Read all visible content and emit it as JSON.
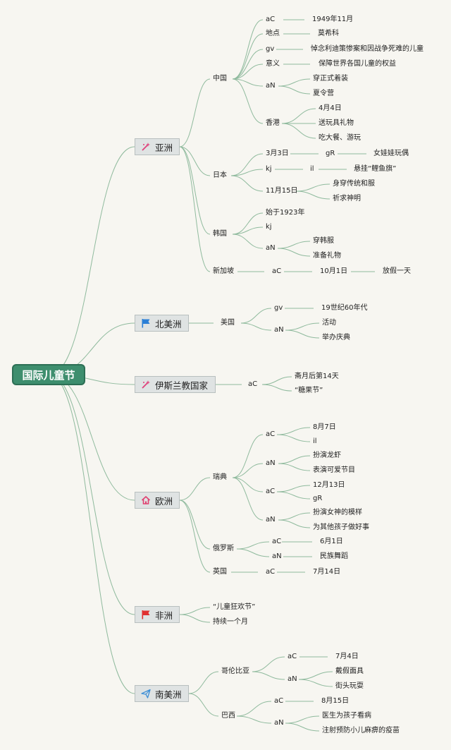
{
  "root": "国际儿童节",
  "continents": [
    {
      "key": "asia",
      "label": "亚洲",
      "icon": "wand-icon"
    },
    {
      "key": "na",
      "label": "北美洲",
      "icon": "flag-icon"
    },
    {
      "key": "islam",
      "label": "伊斯兰教国家",
      "icon": "wand-icon"
    },
    {
      "key": "eu",
      "label": "欧洲",
      "icon": "home-icon"
    },
    {
      "key": "af",
      "label": "非洲",
      "icon": "flag-icon"
    },
    {
      "key": "sa",
      "label": "南美洲",
      "icon": "paper-plane-icon"
    }
  ],
  "labels": {
    "china": "中国",
    "c_ac": "aC",
    "c_date": "1949年11月",
    "c_place": "地点",
    "c_place_v": "莫希科",
    "c_gv": "gv",
    "c_gv_v": "悼念利迪策惨案和因战争死难的儿童",
    "c_yiyi": "意义",
    "c_yiyi_v": "保障世界各国儿童的权益",
    "c_an": "aN",
    "c_an1": "穿正式着装",
    "c_an2": "夏令营",
    "hk": "香港",
    "hk1": "4月4日",
    "hk2": "送玩具礼物",
    "hk3": "吃大餐、游玩",
    "japan": "日本",
    "j_d1": "3月3日",
    "j_gr": "gR",
    "j_gr_v": "女娃娃玩偶",
    "j_kj": "kj",
    "j_il": "il",
    "j_il_v": "悬挂“鲤鱼旗”",
    "j_d2": "11月15日",
    "j_d2a": "身穿传统和服",
    "j_d2b": "祈求神明",
    "korea": "韩国",
    "k1": "始于1923年",
    "k_kj": "kj",
    "k_an": "aN",
    "k_an1": "穿韩服",
    "k_an2": "准备礼物",
    "sg": "新加坡",
    "sg_ac": "aC",
    "sg_d": "10月1日",
    "sg_v": "放假一天",
    "usa": "美国",
    "us_gv": "gv",
    "us_gv_v": "19世纪60年代",
    "us_an": "aN",
    "us_an1": "活动",
    "us_an2": "举办庆典",
    "is_ac": "aC",
    "is_1": "斋月后第14天",
    "is_2": "“糖果节”",
    "sweden": "瑞典",
    "sw_ac1": "aC",
    "sw_d1": "8月7日",
    "sw_il": "il",
    "sw_an1": "aN",
    "sw_an1a": "扮演龙虾",
    "sw_an1b": "表演可爱节目",
    "sw_ac2": "aC",
    "sw_d2": "12月13日",
    "sw_gr": "gR",
    "sw_an2": "aN",
    "sw_an2a": "扮演女神的模样",
    "sw_an2b": "为其他孩子做好事",
    "russia": "俄罗斯",
    "ru_ac": "aC",
    "ru_d": "6月1日",
    "ru_an": "aN",
    "ru_an1": "民族舞蹈",
    "uk": "英国",
    "uk_ac": "aC",
    "uk_d": "7月14日",
    "af1": "“儿童狂欢节”",
    "af2": "持续一个月",
    "colombia": "哥伦比亚",
    "co_ac": "aC",
    "co_d": "7月4日",
    "co_an": "aN",
    "co_an1": "戴假面具",
    "co_an2": "街头玩耍",
    "brazil": "巴西",
    "br_ac": "aC",
    "br_d": "8月15日",
    "br_an": "aN",
    "br_an1": "医生为孩子看病",
    "br_an2": "注射预防小儿麻痹的疫苗"
  },
  "colors": {
    "link": "#8fba9d",
    "root_bg": "#3e8e6e",
    "wand": "#e0407a",
    "flag_na": "#2b7fd6",
    "flag_af": "#e03030",
    "home": "#e04070",
    "plane": "#3d8fd6"
  }
}
